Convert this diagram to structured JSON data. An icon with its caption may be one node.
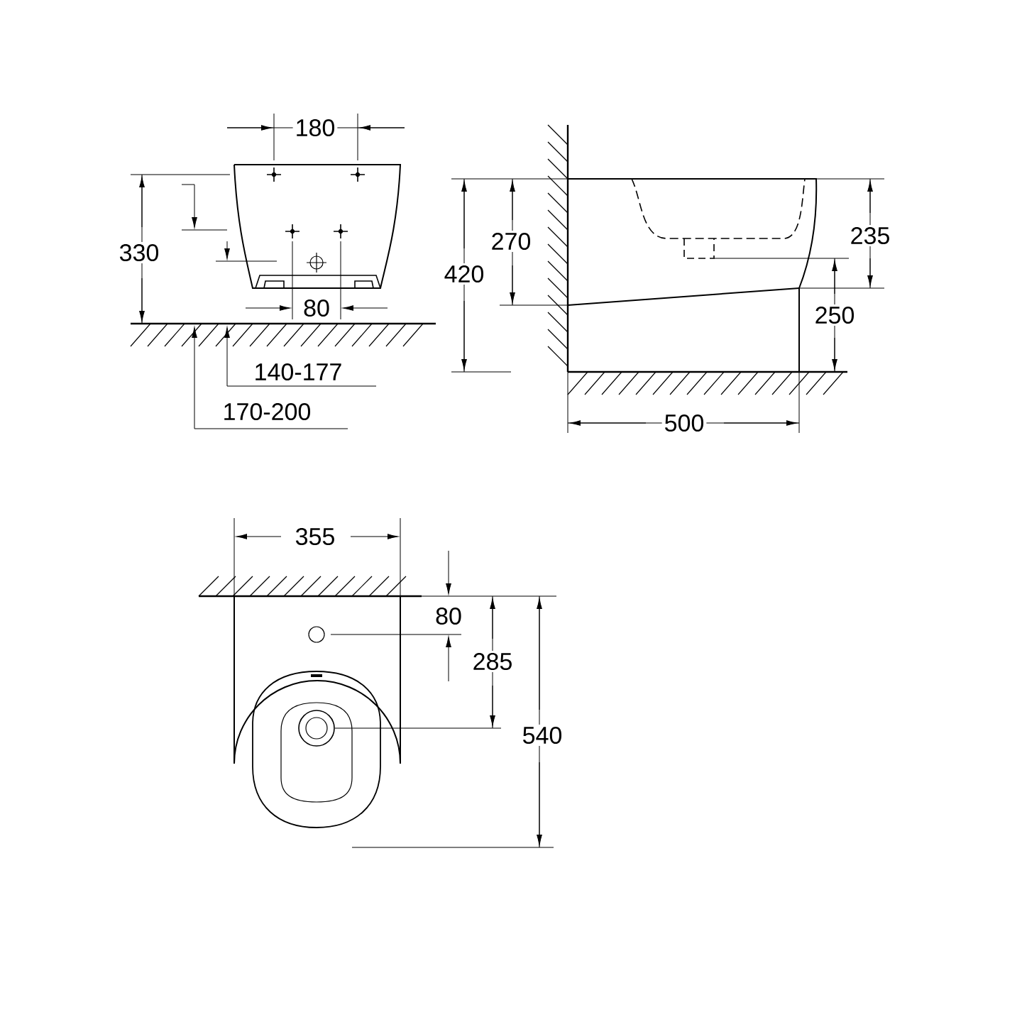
{
  "diagram": {
    "labels": [
      "180",
      "330",
      "80",
      "140-177",
      "170-200",
      "420",
      "270",
      "235",
      "250",
      "500",
      "355",
      "80",
      "285",
      "540"
    ]
  }
}
